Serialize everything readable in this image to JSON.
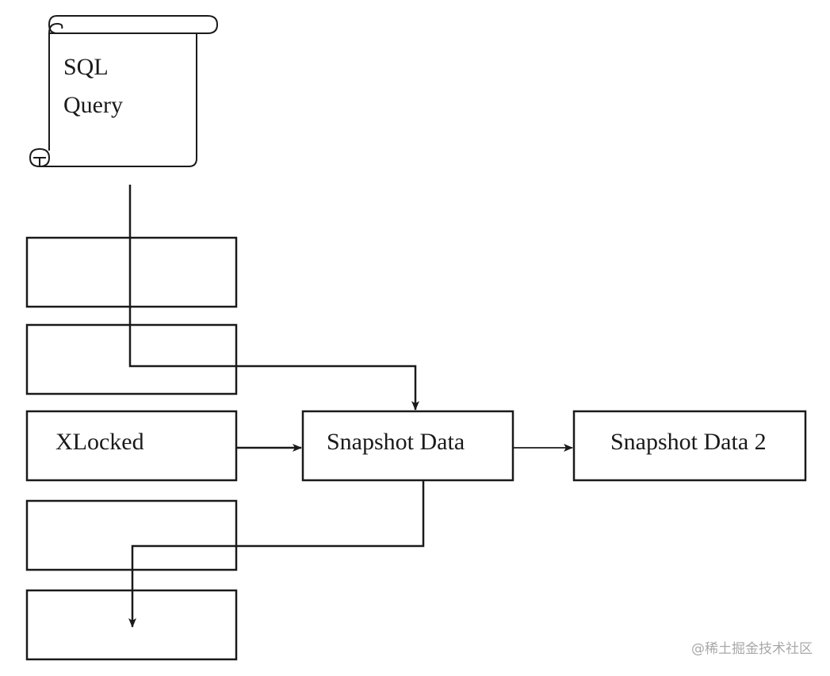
{
  "diagram": {
    "scroll": {
      "line1": "SQL",
      "line2": "Query"
    },
    "rows": [
      {
        "label": ""
      },
      {
        "label": ""
      },
      {
        "label": "XLocked"
      },
      {
        "label": ""
      },
      {
        "label": ""
      }
    ],
    "snapshot": {
      "label": "Snapshot Data"
    },
    "snapshot2": {
      "label": "Snapshot Data 2"
    }
  },
  "watermark": "@稀土掘金技术社区",
  "colors": {
    "stroke": "#1a1a1a",
    "background": "#ffffff",
    "watermark": "#a8a8a8"
  }
}
